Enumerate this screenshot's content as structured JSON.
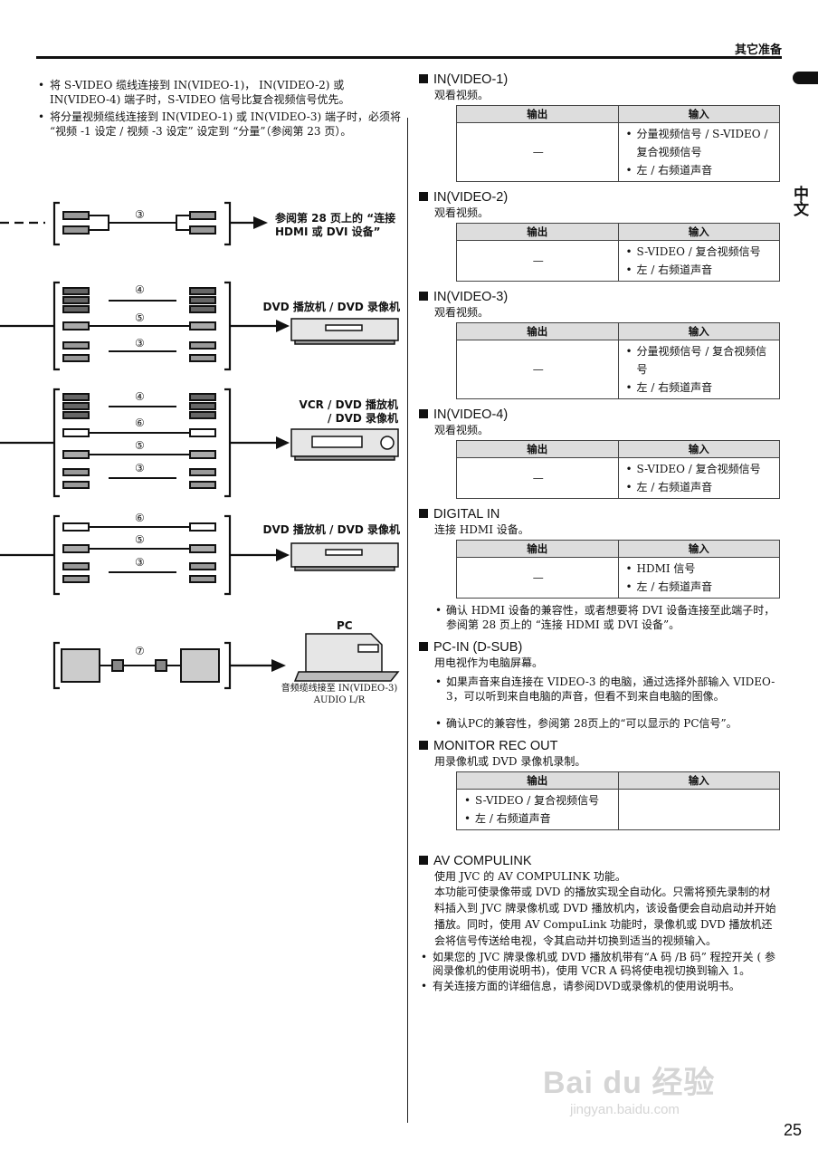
{
  "header": {
    "title": "其它准备",
    "lang_tab": "中文"
  },
  "page_number": "25",
  "watermark": {
    "line1": "Bai du 经验",
    "line2": "jingyan.baidu.com"
  },
  "left_notes": [
    "将 S-VIDEO 缆线连接到 IN(VIDEO-1)， IN(VIDEO-2) 或 IN(VIDEO-4) 端子时，S-VIDEO 信号比复合视频信号优先。",
    "将分量视频缆线连接到 IN(VIDEO-1) 或 IN(VIDEO-3) 端子时，必须将 “视频 -1 设定 / 视频 -3 设定” 设定到 “分量”（参阅第 23 页）。"
  ],
  "diagram": {
    "label_hdmi": "参阅第 28 页上的 “连接 HDMI 或 DVI 设备”",
    "label_dvd1": "DVD 播放机 / DVD 录像机",
    "label_vcr": "VCR / DVD 播放机 / DVD 录像机",
    "label_dvd2": "DVD 播放机 / DVD 录像机",
    "label_pc": "PC",
    "pc_caption": "音频缆线接至 IN(VIDEO-3) AUDIO L/R",
    "num3": "③",
    "num4": "④",
    "num5": "⑤",
    "num6": "⑥",
    "num7": "⑦"
  },
  "table_headers": {
    "output": "输出",
    "input": "输入"
  },
  "dash": "—",
  "sections": {
    "video1": {
      "title": "IN(VIDEO-1)",
      "desc": "观看视频。",
      "inputs": [
        "分量视频信号 / S-VIDEO / 复合视频信号",
        "左 / 右频道声音"
      ]
    },
    "video2": {
      "title": "IN(VIDEO-2)",
      "desc": "观看视频。",
      "inputs": [
        "S-VIDEO / 复合视频信号",
        "左 / 右频道声音"
      ]
    },
    "video3": {
      "title": "IN(VIDEO-3)",
      "desc": "观看视频。",
      "inputs": [
        "分量视频信号 / 复合视频信号",
        "左 / 右频道声音"
      ]
    },
    "video4": {
      "title": "IN(VIDEO-4)",
      "desc": "观看视频。",
      "inputs": [
        "S-VIDEO / 复合视频信号",
        "左 / 右频道声音"
      ]
    },
    "digital": {
      "title": "DIGITAL IN",
      "desc": "连接 HDMI 设备。",
      "inputs": [
        "HDMI 信号",
        "左 / 右频道声音"
      ],
      "note": "确认 HDMI 设备的兼容性，或者想要将 DVI 设备连接至此端子时，参阅第 28 页上的 “连接 HDMI 或 DVI 设备”。"
    },
    "pcin": {
      "title": "PC-IN (D-SUB)",
      "desc": "用电视作为电脑屏幕。",
      "note1": "如果声音来自连接在 VIDEO-3 的电脑，通过选择外部输入 VIDEO-3，可以听到来自电脑的声音，但看不到来自电脑的图像。",
      "note2": "确认PC的兼容性，参阅第 28页上的“可以显示的 PC信号”。"
    },
    "monitor": {
      "title": "MONITOR REC OUT",
      "desc": "用录像机或 DVD 录像机录制。",
      "outputs": [
        "S-VIDEO / 复合视频信号",
        "左 / 右频道声音"
      ]
    },
    "compulink": {
      "title": "AV COMPULINK",
      "desc": "使用 JVC 的 AV COMPULINK 功能。",
      "para": "本功能可使录像带或 DVD 的播放实现全自动化。只需将预先录制的材料插入到 JVC 牌录像机或 DVD 播放机内，该设备便会自动启动并开始播放。同时，使用 AV CompuLink 功能时，录像机或 DVD 播放机还会将信号传送给电视，令其启动并切换到适当的视频输入。",
      "note1": "如果您的 JVC 牌录像机或 DVD 播放机带有“A 码 /B 码” 程控开关 ( 参阅录像机的使用说明书)，使用 VCR A 码将使电视切换到输入 1。",
      "note2": "有关连接方面的详细信息，请参阅DVD或录像机的使用说明书。"
    }
  }
}
